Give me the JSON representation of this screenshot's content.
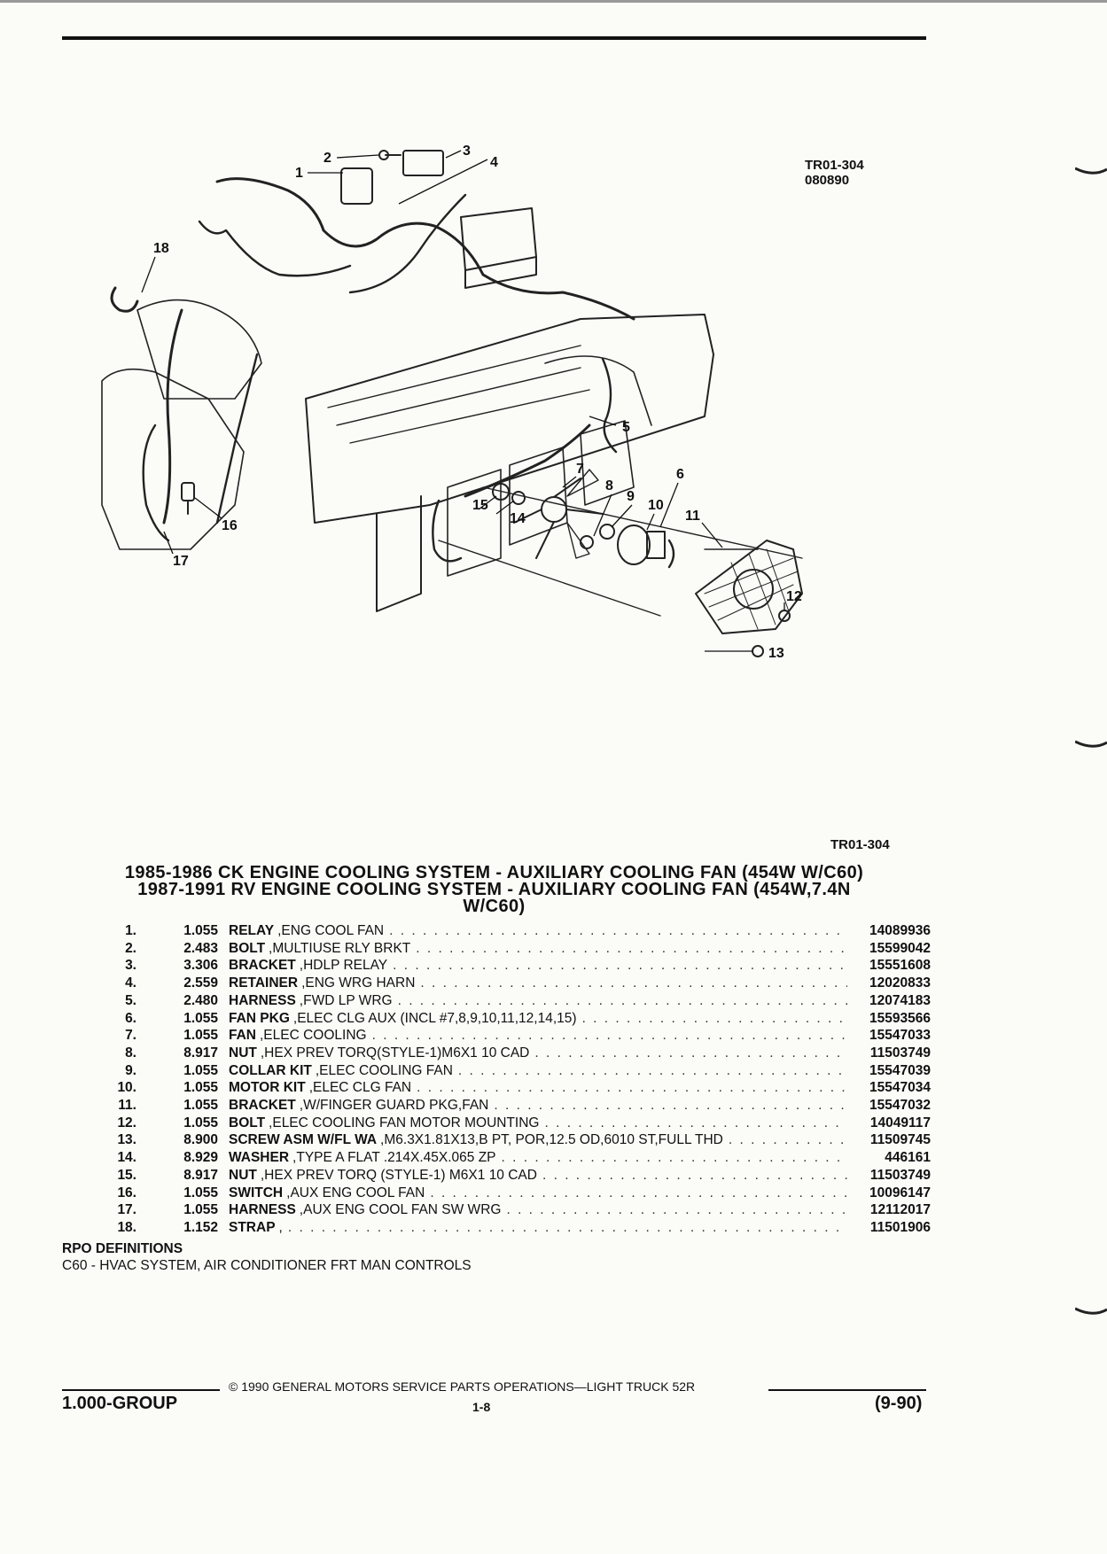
{
  "figure": {
    "code": "TR01-304",
    "date_code": "080890",
    "reference": "TR01-304",
    "callouts": [
      "1",
      "2",
      "3",
      "4",
      "5",
      "6",
      "7",
      "8",
      "9",
      "10",
      "11",
      "12",
      "13",
      "14",
      "15",
      "16",
      "17",
      "18"
    ]
  },
  "title": {
    "line1": "1985-1986 CK ENGINE COOLING SYSTEM - AUXILIARY COOLING FAN (454W W/C60)",
    "line2": "1987-1991 RV ENGINE COOLING SYSTEM - AUXILIARY COOLING FAN (454W,7.4N",
    "line3": "W/C60)"
  },
  "parts": [
    {
      "num": "1.",
      "qty": "1.055",
      "name": "RELAY",
      "desc": ",ENG COOL FAN",
      "pn": "14089936"
    },
    {
      "num": "2.",
      "qty": "2.483",
      "name": "BOLT",
      "desc": ",MULTIUSE RLY BRKT",
      "pn": "15599042"
    },
    {
      "num": "3.",
      "qty": "3.306",
      "name": "BRACKET",
      "desc": ",HDLP RELAY",
      "pn": "15551608"
    },
    {
      "num": "4.",
      "qty": "2.559",
      "name": "RETAINER",
      "desc": ",ENG WRG HARN",
      "pn": "12020833"
    },
    {
      "num": "5.",
      "qty": "2.480",
      "name": "HARNESS",
      "desc": ",FWD LP WRG",
      "pn": "12074183"
    },
    {
      "num": "6.",
      "qty": "1.055",
      "name": "FAN PKG",
      "desc": ",ELEC CLG AUX (INCL #7,8,9,10,11,12,14,15)",
      "pn": "15593566"
    },
    {
      "num": "7.",
      "qty": "1.055",
      "name": "FAN",
      "desc": ",ELEC COOLING",
      "pn": "15547033"
    },
    {
      "num": "8.",
      "qty": "8.917",
      "name": "NUT",
      "desc": ",HEX PREV TORQ(STYLE-1)M6X1 10 CAD",
      "pn": "11503749"
    },
    {
      "num": "9.",
      "qty": "1.055",
      "name": "COLLAR KIT",
      "desc": ",ELEC COOLING FAN",
      "pn": "15547039"
    },
    {
      "num": "10.",
      "qty": "1.055",
      "name": "MOTOR KIT",
      "desc": ",ELEC CLG FAN",
      "pn": "15547034"
    },
    {
      "num": "11.",
      "qty": "1.055",
      "name": "BRACKET",
      "desc": ",W/FINGER GUARD PKG,FAN",
      "pn": "15547032"
    },
    {
      "num": "12.",
      "qty": "1.055",
      "name": "BOLT",
      "desc": ",ELEC COOLING FAN MOTOR MOUNTING",
      "pn": "14049117"
    },
    {
      "num": "13.",
      "qty": "8.900",
      "name": "SCREW ASM W/FL WA",
      "desc": ",M6.3X1.81X13,B PT, POR,12.5 OD,6010 ST,FULL THD",
      "pn": "11509745"
    },
    {
      "num": "14.",
      "qty": "8.929",
      "name": "WASHER",
      "desc": ",TYPE A FLAT .214X.45X.065 ZP",
      "pn": "446161"
    },
    {
      "num": "15.",
      "qty": "8.917",
      "name": "NUT",
      "desc": ",HEX PREV TORQ (STYLE-1) M6X1 10 CAD",
      "pn": "11503749"
    },
    {
      "num": "16.",
      "qty": "1.055",
      "name": "SWITCH",
      "desc": ",AUX ENG COOL FAN",
      "pn": "10096147"
    },
    {
      "num": "17.",
      "qty": "1.055",
      "name": "HARNESS",
      "desc": ",AUX ENG COOL FAN SW WRG",
      "pn": "12112017"
    },
    {
      "num": "18.",
      "qty": "1.152",
      "name": "STRAP",
      "desc": ",",
      "pn": "11501906"
    }
  ],
  "rpo": {
    "heading": "RPO DEFINITIONS",
    "definition": "C60 - HVAC SYSTEM, AIR CONDITIONER FRT MAN CONTROLS"
  },
  "footer": {
    "copyright": "© 1990 GENERAL MOTORS SERVICE PARTS OPERATIONS—LIGHT TRUCK 52R",
    "group": "1.000-GROUP",
    "page": "1-8",
    "date": "(9-90)"
  }
}
